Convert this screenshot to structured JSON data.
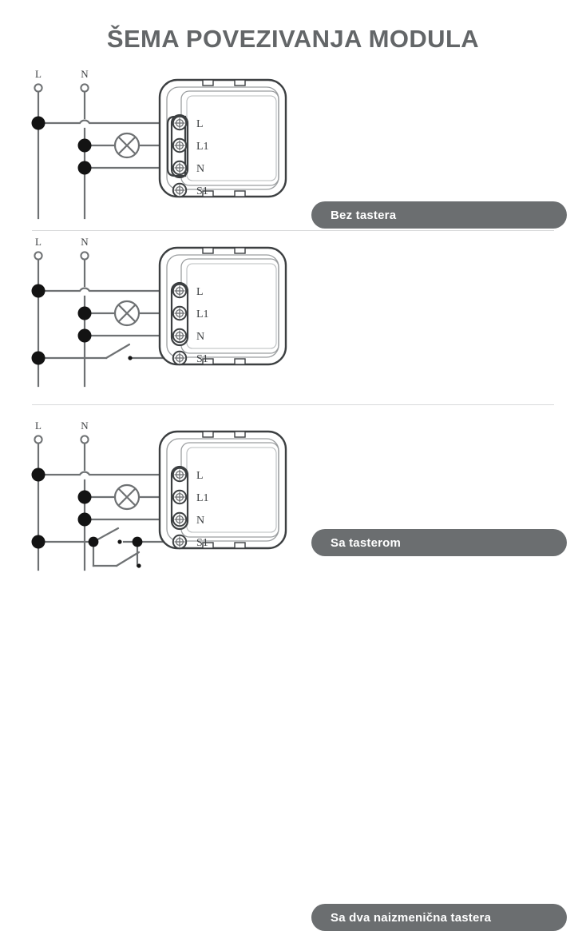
{
  "page": {
    "title": "ŠEMA POVEZIVANJA MODULA",
    "background_color": "#ffffff",
    "title_color": "#636668",
    "divider_color": "#d8dadb",
    "badge_color": "#6b6e70",
    "badge_text_color": "#ffffff",
    "wire_color": "#6e7173",
    "outline_color": "#3c3f41"
  },
  "sections": [
    {
      "id": "section-bez-tastera",
      "badge_label": "Bez tastera",
      "supply_labels": {
        "live": "L",
        "neutral": "N"
      },
      "module_terminals": [
        "L",
        "L1",
        "N",
        "S1"
      ],
      "lamp_symbol": "lamp-x-icon",
      "has_push_button": false,
      "has_two_way_switches": false,
      "junction_dots": 3
    },
    {
      "id": "section-sa-tasterom",
      "badge_label": "Sa tasterom",
      "supply_labels": {
        "live": "L",
        "neutral": "N"
      },
      "module_terminals": [
        "L",
        "L1",
        "N",
        "S1"
      ],
      "lamp_symbol": "lamp-x-icon",
      "has_push_button": true,
      "has_two_way_switches": false,
      "junction_dots": 5
    },
    {
      "id": "section-sa-dva-naizmenicna-tastera",
      "badge_label": "Sa dva naizmenična tastera",
      "supply_labels": {
        "live": "L",
        "neutral": "N"
      },
      "module_terminals": [
        "L",
        "L1",
        "N",
        "S1"
      ],
      "lamp_symbol": "lamp-x-icon",
      "has_push_button": false,
      "has_two_way_switches": true,
      "junction_dots": 5
    }
  ]
}
